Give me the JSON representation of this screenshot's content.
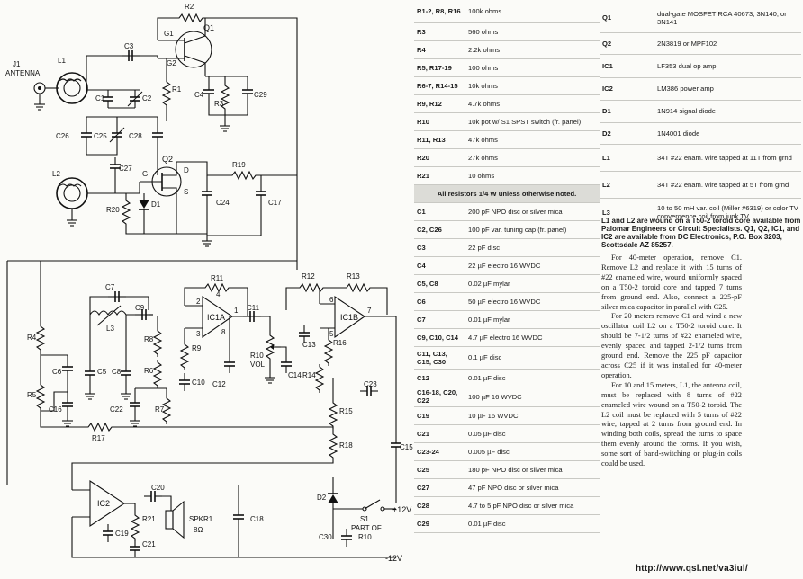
{
  "schematic": {
    "labels": {
      "antenna": "J1\nANTENNA",
      "j1": "J1",
      "antenna_word": "ANTENNA",
      "L1": "L1",
      "L2": "L2",
      "L3": "L3",
      "R1": "R1",
      "R2": "R2",
      "R3": "R3",
      "R4": "R4",
      "R5": "R5",
      "R6": "R6",
      "R7": "R7",
      "R8": "R8",
      "R9": "R9",
      "R10": "R10",
      "VOL": "VOL",
      "R11": "R11",
      "R12": "R12",
      "R13": "R13",
      "R14": "R14",
      "R15": "R15",
      "R16": "R16",
      "R17": "R17",
      "R18": "R18",
      "R19": "R19",
      "R20": "R20",
      "R21": "R21",
      "C1": "C1",
      "C2": "C2",
      "C3": "C3",
      "C4": "C4",
      "C5": "C5",
      "C6": "C6",
      "C7": "C7",
      "C8": "C8",
      "C9": "C9",
      "C10": "C10",
      "C11": "C11",
      "C12": "C12",
      "C13": "C13",
      "C14": "C14",
      "C15": "C15",
      "C16": "C16",
      "C17": "C17",
      "C18": "C18",
      "C19": "C19",
      "C20": "C20",
      "C21": "C21",
      "C22": "C22",
      "C23": "C23",
      "C24": "C24",
      "C25": "C25",
      "C26": "C26",
      "C27": "C27",
      "C28": "C28",
      "C29": "C29",
      "C30": "C30",
      "Q1": "Q1",
      "Q2": "Q2",
      "D1": "D1",
      "D2": "D2",
      "IC1A": "IC1A",
      "IC1B": "IC1B",
      "IC2": "IC2",
      "G1": "G1",
      "G2": "G2",
      "G": "G",
      "D": "D",
      "S": "S",
      "SPKR1": "SPKR1",
      "ohm": "8Ω",
      "S1": "S1",
      "part_of": "PART OF",
      "r10_ref": "R10",
      "plus12": "+12V",
      "minus12": "-12V",
      "pin1": "1",
      "pin2": "2",
      "pin3": "3",
      "pin4": "4",
      "pin5": "5",
      "pin6": "6",
      "pin7": "7",
      "pin8": "8"
    }
  },
  "parts_left": [
    {
      "ref": "R1-2, R8, R16",
      "value": "100k ohms"
    },
    {
      "ref": "R3",
      "value": "560 ohms"
    },
    {
      "ref": "R4",
      "value": "2.2k ohms"
    },
    {
      "ref": "R5, R17-19",
      "value": "100 ohms"
    },
    {
      "ref": "R6-7, R14-15",
      "value": "10k ohms"
    },
    {
      "ref": "R9, R12",
      "value": "4.7k ohms"
    },
    {
      "ref": "R10",
      "value": "10k pot w/ S1 SPST switch (fr. panel)"
    },
    {
      "ref": "R11, R13",
      "value": "47k ohms"
    },
    {
      "ref": "R20",
      "value": "27k ohms"
    },
    {
      "ref": "R21",
      "value": "10 ohms"
    },
    {
      "note": "All resistors 1/4 W unless otherwise noted."
    },
    {
      "ref": "C1",
      "value": "200 pF NPO disc or silver mica"
    },
    {
      "ref": "C2, C26",
      "value": "100 pF var. tuning cap (fr. panel)"
    },
    {
      "ref": "C3",
      "value": "22 pF disc"
    },
    {
      "ref": "C4",
      "value": "22 µF electro 16 WVDC"
    },
    {
      "ref": "C5, C8",
      "value": "0.02 µF mylar"
    },
    {
      "ref": "C6",
      "value": "50 µF electro 16 WVDC"
    },
    {
      "ref": "C7",
      "value": "0.01 µF mylar"
    },
    {
      "ref": "C9, C10, C14",
      "value": "4.7 µF electro 16 WVDC"
    },
    {
      "ref": "C11, C13, C15, C30",
      "value": "0.1 µF disc"
    },
    {
      "ref": "C12",
      "value": "0.01 µF disc"
    },
    {
      "ref": "C16-18, C20, C22",
      "value": "100 µF 16 WVDC"
    },
    {
      "ref": "C19",
      "value": "10 µF 16 WVDC"
    },
    {
      "ref": "C21",
      "value": "0.05 µF disc"
    },
    {
      "ref": "C23-24",
      "value": "0.005 µF disc"
    },
    {
      "ref": "C25",
      "value": "180 pF NPO disc or silver mica"
    },
    {
      "ref": "C27",
      "value": "47 pF NPO disc or silver mica"
    },
    {
      "ref": "C28",
      "value": "4.7 to 5 pF NPO disc or silver mica"
    },
    {
      "ref": "C29",
      "value": "0.01 µF disc"
    }
  ],
  "parts_right": [
    {
      "ref": "Q1",
      "value": "dual-gate MOSFET RCA 40673, 3N140, or 3N141"
    },
    {
      "ref": "Q2",
      "value": "2N3819 or MPF102"
    },
    {
      "ref": "IC1",
      "value": "LF353 dual op amp"
    },
    {
      "ref": "IC2",
      "value": "LM386 power amp"
    },
    {
      "ref": "D1",
      "value": "1N914 signal diode"
    },
    {
      "ref": "D2",
      "value": "1N4001 diode"
    },
    {
      "ref": "L1",
      "value": "34T #22 enam. wire tapped at 11T from grnd"
    },
    {
      "ref": "L2",
      "value": "34T #22 enam. wire tapped at 5T from grnd"
    },
    {
      "ref": "L3",
      "value": "10 to 50 mH var. coil (Miller #6319) or color TV convergence coil from junk TV"
    }
  ],
  "coil_note": "L1 and L2 are wound on a T50-2 toroid core available from Palomar Engineers or Circuit Specialists. Q1, Q2, IC1, and IC2 are available from DC Electronics, P.O. Box 3203, Scottsdale AZ 85257.",
  "notes": [
    "For 40-meter operation, remove C1. Remove L2 and replace it with 15 turns of #22 enameled wire, wound uniformly spaced on a T50-2 toroid core and tapped 7 turns from ground end. Also, connect a 225-pF silver mica capacitor in parallel with C25.",
    "For 20 meters remove C1 and wind a new oscillator coil L2 on a T50-2 toroid core. It should be 7-1/2 turns of #22 enameled wire, evenly spaced and tapped 2-1/2 turns from ground end. Remove the 225 pF capacitor across C25 if it was installed for 40-meter operation.",
    "For 10 and 15 meters, L1, the antenna coil, must be replaced with 8 turns of #22 enameled wire wound on a T50-2 toroid. The L2 coil must be replaced with 5 turns of #22 wire, tapped at 2 turns from ground end. In winding both coils, spread the turns to space them evenly around the forms. If you wish, some sort of band-switching or plug-in coils could be used."
  ],
  "source_url": "http://www.qsl.net/va3iul/"
}
